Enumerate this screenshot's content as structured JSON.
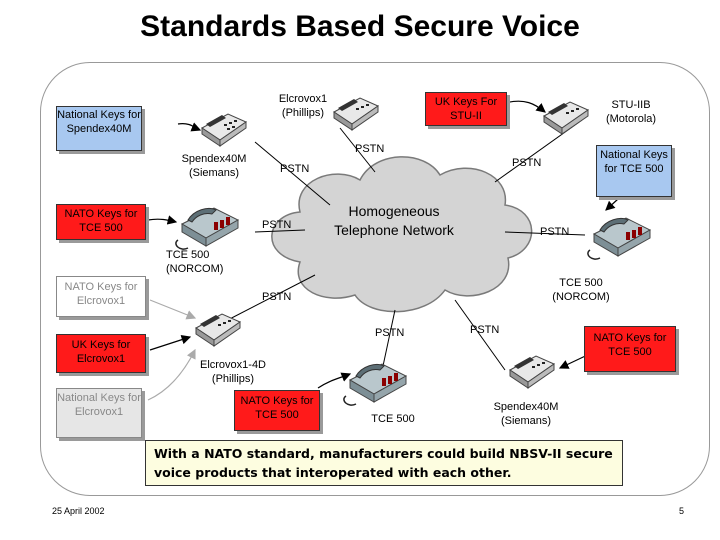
{
  "title": "Standards Based Secure Voice",
  "cloud": "Homogeneous Telephone Network",
  "products": {
    "elcrovox1_phillips": "Elcrovox1 (Phillips)",
    "spendex40m_siemens_top": "Spendex40M (Siemans)",
    "stu_iib": "STU-IIB (Motorola)",
    "tce500_norcom_left": "TCE 500 (NORCOM)",
    "tce500_norcom_right": "TCE 500 (NORCOM)",
    "elcrovox1_4d": "Elcrovox1-4D (Phillips)",
    "tce500_bottom": "TCE 500",
    "spendex40m_siemens_bottom": "Spendex40M (Siemans)"
  },
  "keys": {
    "national_spendex": "National Keys for Spendex40M",
    "uk_stu": "UK Keys For STU-II",
    "national_tce": "National Keys for TCE 500",
    "nato_tce_left": "NATO Keys for TCE 500",
    "nato_elcrovox": "NATO Keys for Elcrovox1",
    "uk_elcrovox": "UK Keys for Elcrovox1",
    "national_elcrovox": "National Keys for Elcrovox1",
    "nato_tce_bottom": "NATO Keys for TCE 500",
    "nato_tce_right": "NATO Keys for TCE 500"
  },
  "pstn": [
    "PSTN",
    "PSTN",
    "PSTN",
    "PSTN",
    "PSTN",
    "PSTN",
    "PSTN",
    "PSTN"
  ],
  "callout": "With a NATO standard, manufacturers could build NBSV-II secure voice products that interoperated with each other.",
  "footer": {
    "date": "25 April 2002",
    "page": "5"
  },
  "colors": {
    "nato_red": "#ff1a1a",
    "national_blue": "#a8c8f0",
    "callout_bg": "#fdfde0"
  },
  "icons": [
    "desk-phone-icon",
    "secure-phone-icon",
    "cloud-icon"
  ]
}
